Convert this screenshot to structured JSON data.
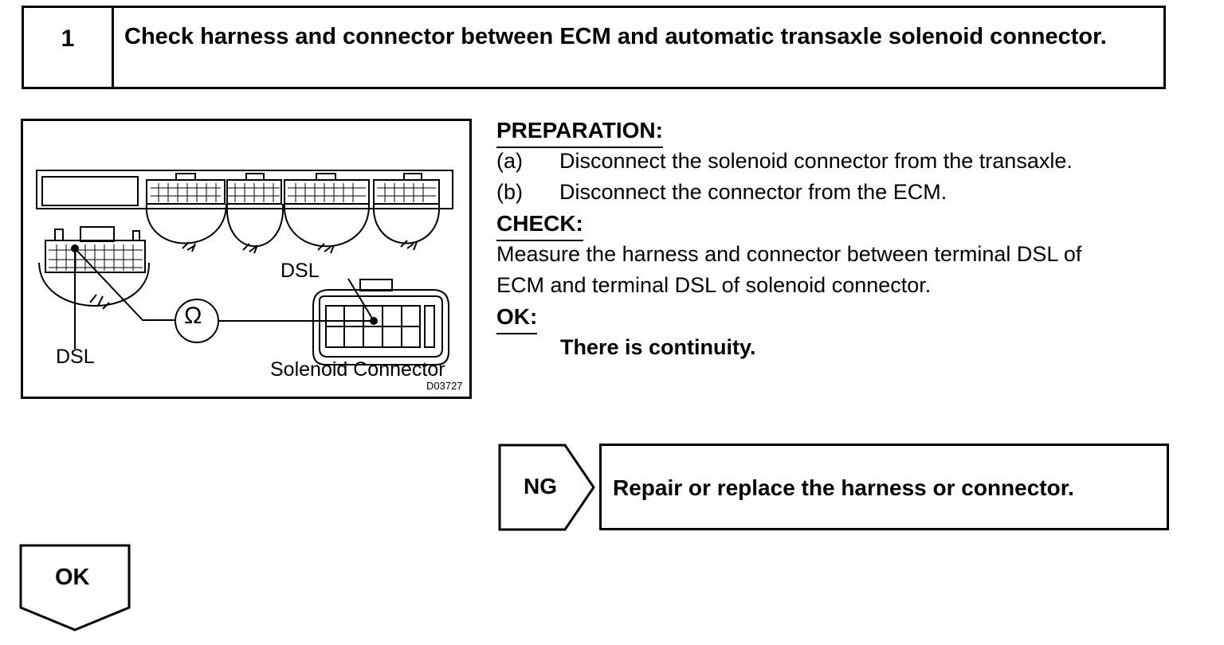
{
  "step": {
    "number": "1",
    "title": "Check harness and connector between ECM and automatic transaxle solenoid connector."
  },
  "figure": {
    "label_dsl_ecm": "DSL",
    "label_dsl_solenoid": "DSL",
    "label_solenoid_connector": "Solenoid Connector",
    "figure_code": "D03727",
    "ohm_symbol": "Ω"
  },
  "preparation": {
    "heading": "PREPARATION:",
    "items": [
      {
        "letter": "(a)",
        "text": "Disconnect the solenoid connector from the transaxle."
      },
      {
        "letter": "(b)",
        "text": "Disconnect the connector from the ECM."
      }
    ]
  },
  "check": {
    "heading": "CHECK:",
    "lines": [
      "Measure the harness and connector between terminal DSL of",
      "ECM and terminal DSL of solenoid connector."
    ]
  },
  "ok_spec": {
    "heading": "OK:",
    "result": "There is continuity."
  },
  "ng": {
    "label": "NG",
    "action": "Repair or replace the harness or connector."
  },
  "ok_flow": {
    "label": "OK"
  }
}
